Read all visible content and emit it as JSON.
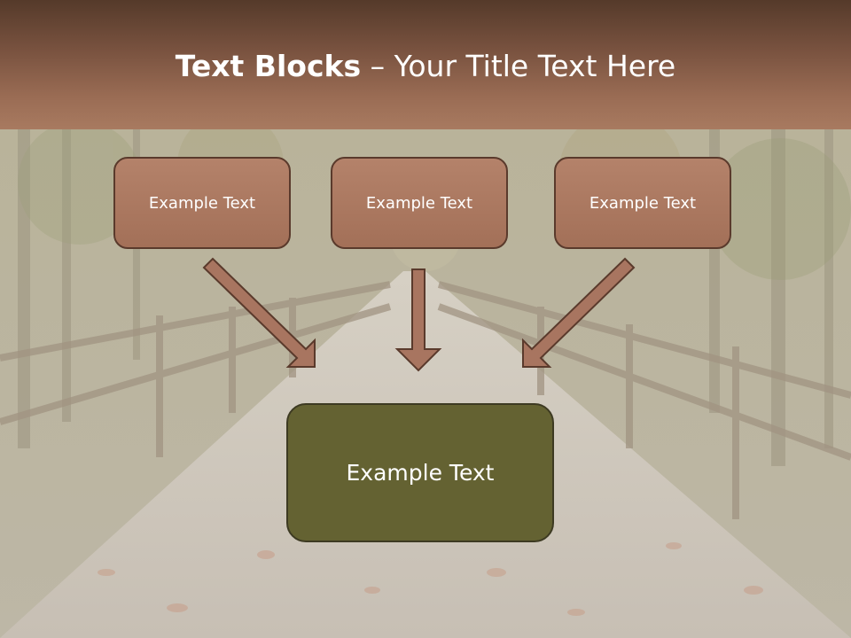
{
  "title": {
    "bold": "Text Blocks",
    "dash": " – ",
    "rest": "Your Title Text Here"
  },
  "blocks": {
    "top": [
      "Example Text",
      "Example Text",
      "Example Text"
    ],
    "bottom": "Example Text"
  },
  "colors": {
    "title_bar": "#7a5340",
    "top_box_fill": "#a87560",
    "box_border": "#5a3a2c",
    "bottom_box_fill": "#646232",
    "arrow_fill": "#a87560"
  }
}
